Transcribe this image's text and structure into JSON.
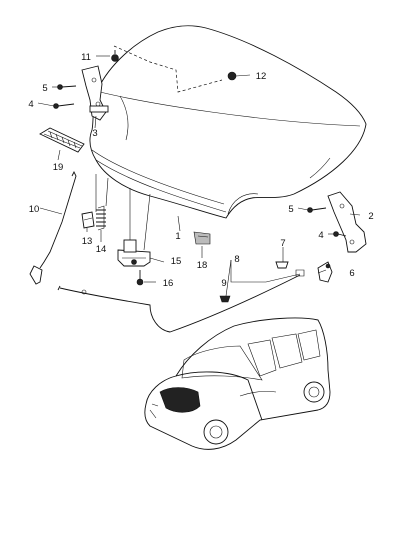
{
  "diagram": {
    "callouts": [
      {
        "id": "c1",
        "label": "1"
      },
      {
        "id": "c2",
        "label": "2"
      },
      {
        "id": "c3",
        "label": "3"
      },
      {
        "id": "c4a",
        "label": "4"
      },
      {
        "id": "c4b",
        "label": "4"
      },
      {
        "id": "c5a",
        "label": "5"
      },
      {
        "id": "c5b",
        "label": "5"
      },
      {
        "id": "c6",
        "label": "6"
      },
      {
        "id": "c7",
        "label": "7"
      },
      {
        "id": "c8",
        "label": "8"
      },
      {
        "id": "c9",
        "label": "9"
      },
      {
        "id": "c10",
        "label": "10"
      },
      {
        "id": "c11",
        "label": "11"
      },
      {
        "id": "c12",
        "label": "12"
      },
      {
        "id": "c13",
        "label": "13"
      },
      {
        "id": "c14",
        "label": "14"
      },
      {
        "id": "c15",
        "label": "15"
      },
      {
        "id": "c16",
        "label": "16"
      },
      {
        "id": "c18",
        "label": "18"
      },
      {
        "id": "c19",
        "label": "19"
      }
    ]
  }
}
